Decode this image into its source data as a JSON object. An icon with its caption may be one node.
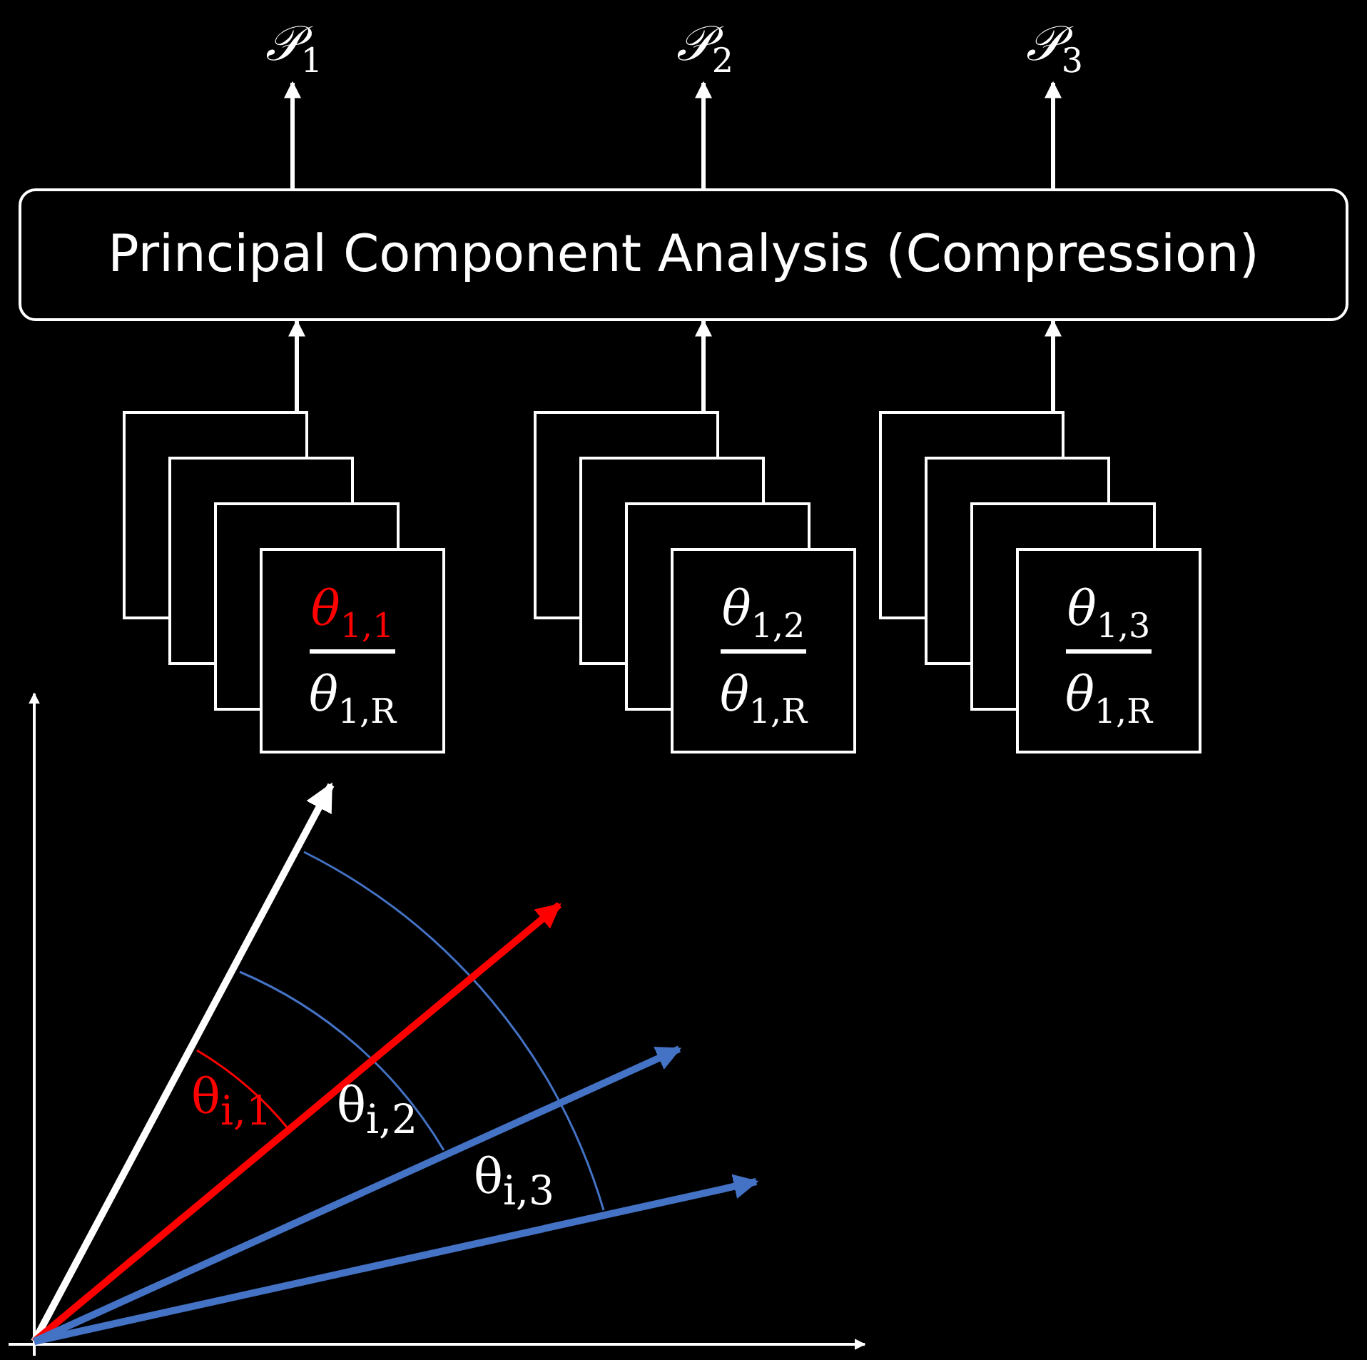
{
  "diagram": {
    "nodes": [
      {
        "text": [
          "𝒫$_{1}$"
        ]
      },
      {
        "text": [
          "𝒫$_{2}$"
        ]
      },
      {
        "text": [
          "𝒫$_{3}$"
        ]
      },
      {
        "text": [
          "Principal Component Analysis (Compression)"
        ]
      },
      {
        "text": [],
        "shape": "box"
      },
      {
        "text": [],
        "shape": "box"
      },
      {
        "text": [],
        "shape": "box"
      },
      {
        "text": [
          "θ$_{1,1}$",
          "θ$_{1,R}$"
        ]
      },
      {
        "text": [],
        "shape": "box"
      },
      {
        "text": [],
        "shape": "box"
      },
      {
        "text": [],
        "shape": "box"
      },
      {
        "text": [
          "θ$_{1,2}$",
          "θ$_{1,R}$"
        ]
      },
      {
        "text": [],
        "shape": "box"
      },
      {
        "text": [],
        "shape": "box"
      },
      {
        "text": [],
        "shape": "box"
      },
      {
        "text": [
          "θ$_{1,3}$",
          "θ$_{1,R}$"
        ]
      }
    ],
    "edges": [
      {
        "from": 4,
        "to": 3,
        "arrow": "to"
      },
      {
        "from": 8,
        "to": 3,
        "arrow": "to"
      },
      {
        "from": 12,
        "to": 3,
        "arrow": "to"
      },
      {
        "from": 3,
        "to": 0,
        "arrow": "to"
      },
      {
        "from": 3,
        "to": 1,
        "arrow": "to"
      },
      {
        "from": 3,
        "to": 2,
        "arrow": "to"
      }
    ],
    "labels": [
      "θ$_{i,1}$",
      "θ$_{i,2}$",
      "θ$_{i,3}$"
    ]
  }
}
